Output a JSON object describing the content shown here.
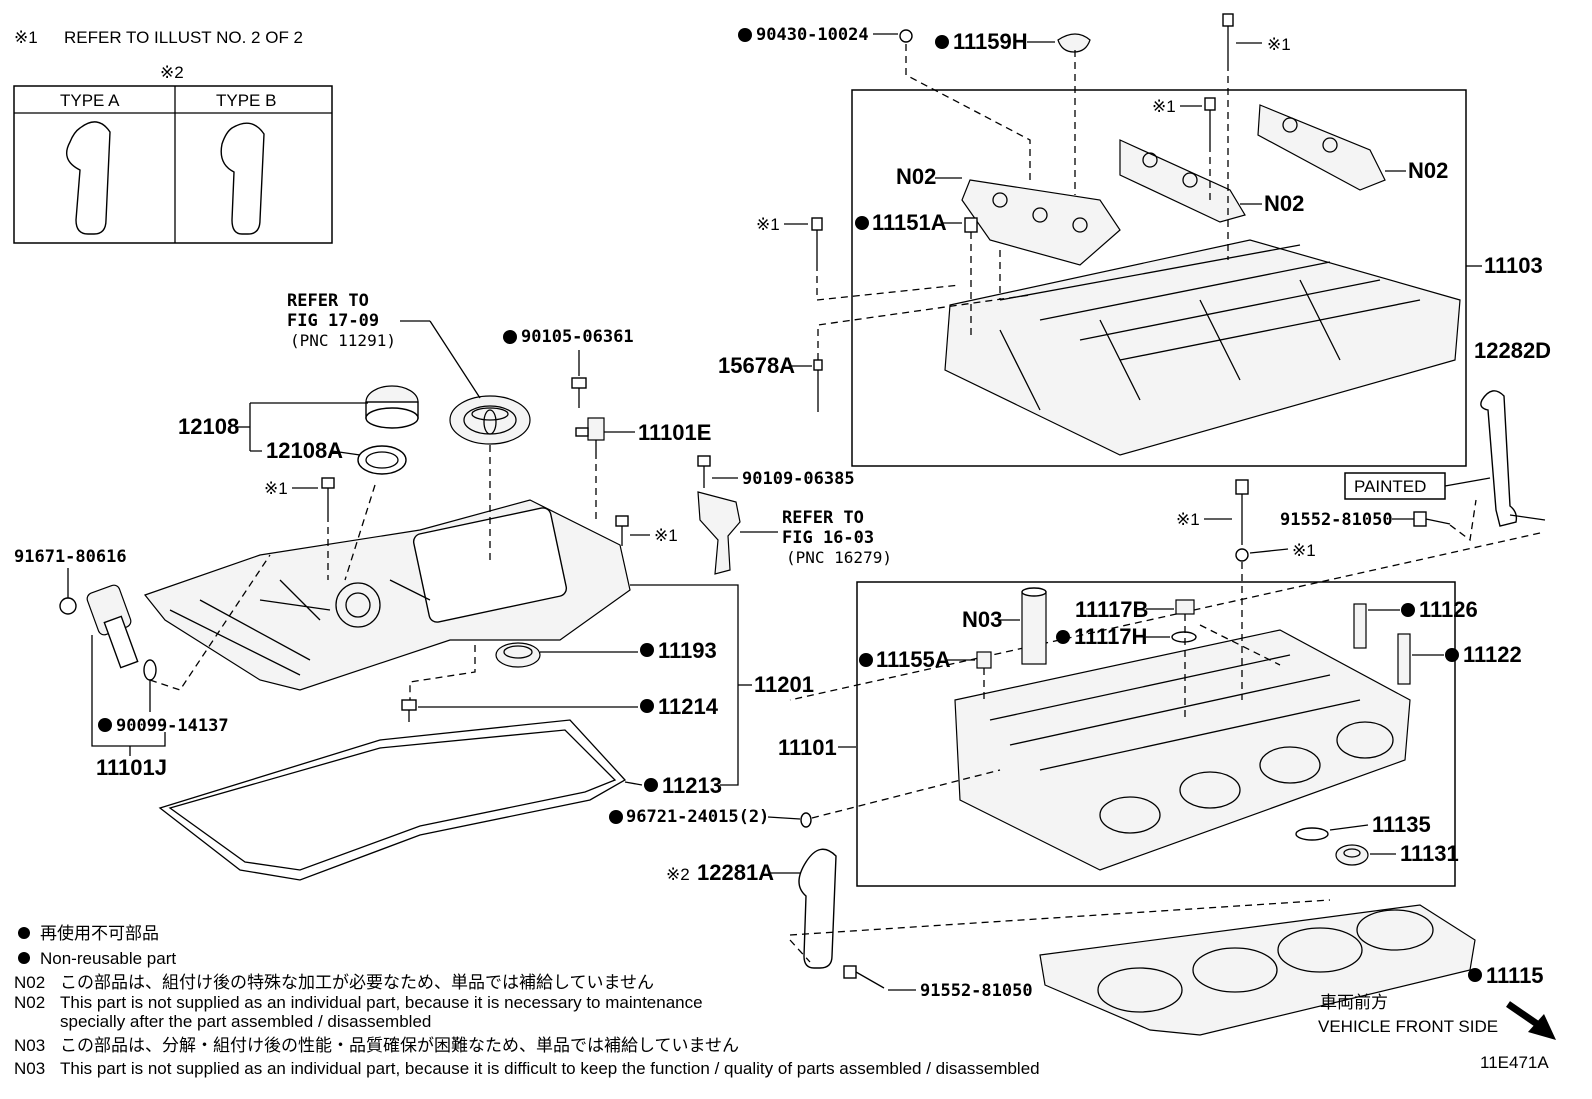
{
  "notes_top": {
    "mark1": "※1",
    "refer_illust": "REFER TO ILLUST NO. 2 OF 2",
    "mark2": "※2",
    "type_a": "TYPE A",
    "type_b": "TYPE B"
  },
  "labels": {
    "p90430": "90430-10024",
    "p11159H": "11159H",
    "p11151A": "11151A",
    "p15678A": "15678A",
    "p11103": "11103",
    "p12282D": "12282D",
    "painted": "PAINTED",
    "p91552a": "91552-81050",
    "p91552b": "91552-81050",
    "p12108": "12108",
    "p12108A": "12108A",
    "p90105": "90105-06361",
    "p11101E": "11101E",
    "p90109": "90109-06385",
    "p91671": "91671-80616",
    "p90099": "90099-14137",
    "p11101J": "11101J",
    "p11193": "11193",
    "p11214": "11214",
    "p11213": "11213",
    "p11201": "11201",
    "p96721": "96721-24015(2)",
    "p12281A": "12281A",
    "p11101": "11101",
    "p11117B": "11117B",
    "p11117H": "11117H",
    "p11155A": "11155A",
    "p11126": "11126",
    "p11122": "11122",
    "p11135": "11135",
    "p11131": "11131",
    "p11115": "11115",
    "n02": "N02",
    "n03": "N03",
    "mark1": "※1",
    "mark2": "※2",
    "refer_fig17_1": "REFER TO",
    "refer_fig17_2": "FIG 17-09",
    "refer_fig17_3": "(PNC 11291)",
    "refer_fig16_1": "REFER TO",
    "refer_fig16_2": "FIG 16-03",
    "refer_fig16_3": "(PNC 16279)",
    "vehicle_front_jp": "車両前方",
    "vehicle_front_en": "VEHICLE FRONT SIDE",
    "diagram_id": "11E471A"
  },
  "legend": {
    "nonreusable_jp": "再使用不可部品",
    "nonreusable_en": "Non-reusable part",
    "n02_code": "N02",
    "n02_jp": "この部品は、組付け後の特殊な加工が必要なため、単品では補給していません",
    "n02_en_1": "This part is not supplied as an individual part, because it is necessary to maintenance",
    "n02_en_2": "specially after the part assembled / disassembled",
    "n03_code": "N03",
    "n03_jp": "この部品は、分解・組付け後の性能・品質確保が困難なため、単品では補給していません",
    "n03_en": "This part is not supplied as an individual part, because it is difficult to keep the function / quality of parts  assembled / disassembled"
  }
}
